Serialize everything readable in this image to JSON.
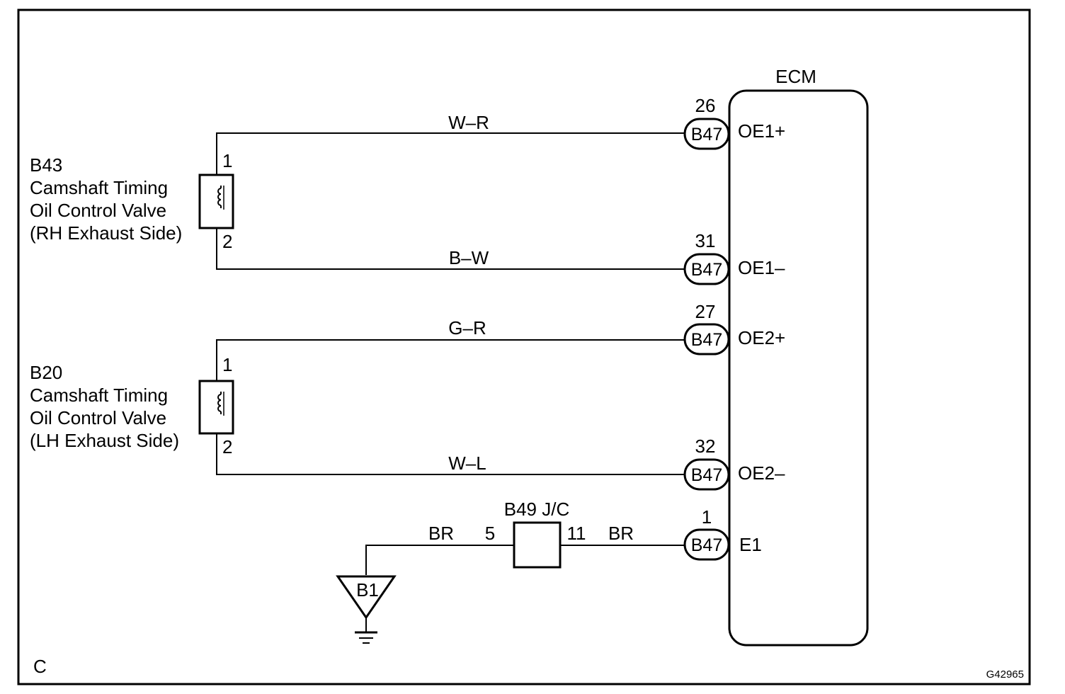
{
  "ecm": {
    "title": "ECM"
  },
  "valve_rh": {
    "code": "B43",
    "name_line1": "Camshaft Timing",
    "name_line2": "Oil Control Valve",
    "name_line3": "(RH Exhaust Side)",
    "pin_top": "1",
    "pin_bottom": "2"
  },
  "valve_lh": {
    "code": "B20",
    "name_line1": "Camshaft Timing",
    "name_line2": "Oil Control Valve",
    "name_line3": "(LH Exhaust Side)",
    "pin_top": "1",
    "pin_bottom": "2"
  },
  "wires": {
    "w1": {
      "color": "W–R",
      "pin": "26",
      "connector": "B47",
      "terminal": "OE1+"
    },
    "w2": {
      "color": "B–W",
      "pin": "31",
      "connector": "B47",
      "terminal": "OE1–"
    },
    "w3": {
      "color": "G–R",
      "pin": "27",
      "connector": "B47",
      "terminal": "OE2+"
    },
    "w4": {
      "color": "W–L",
      "pin": "32",
      "connector": "B47",
      "terminal": "OE2–"
    },
    "w5": {
      "pin": "1",
      "connector": "B47",
      "terminal": "E1"
    }
  },
  "junction": {
    "label": "B49 J/C",
    "pin_left": "5",
    "pin_right": "11",
    "wire_left": "BR",
    "wire_right": "BR"
  },
  "ground": {
    "label": "B1"
  },
  "footer": {
    "section": "C",
    "figure_id": "G42965"
  }
}
